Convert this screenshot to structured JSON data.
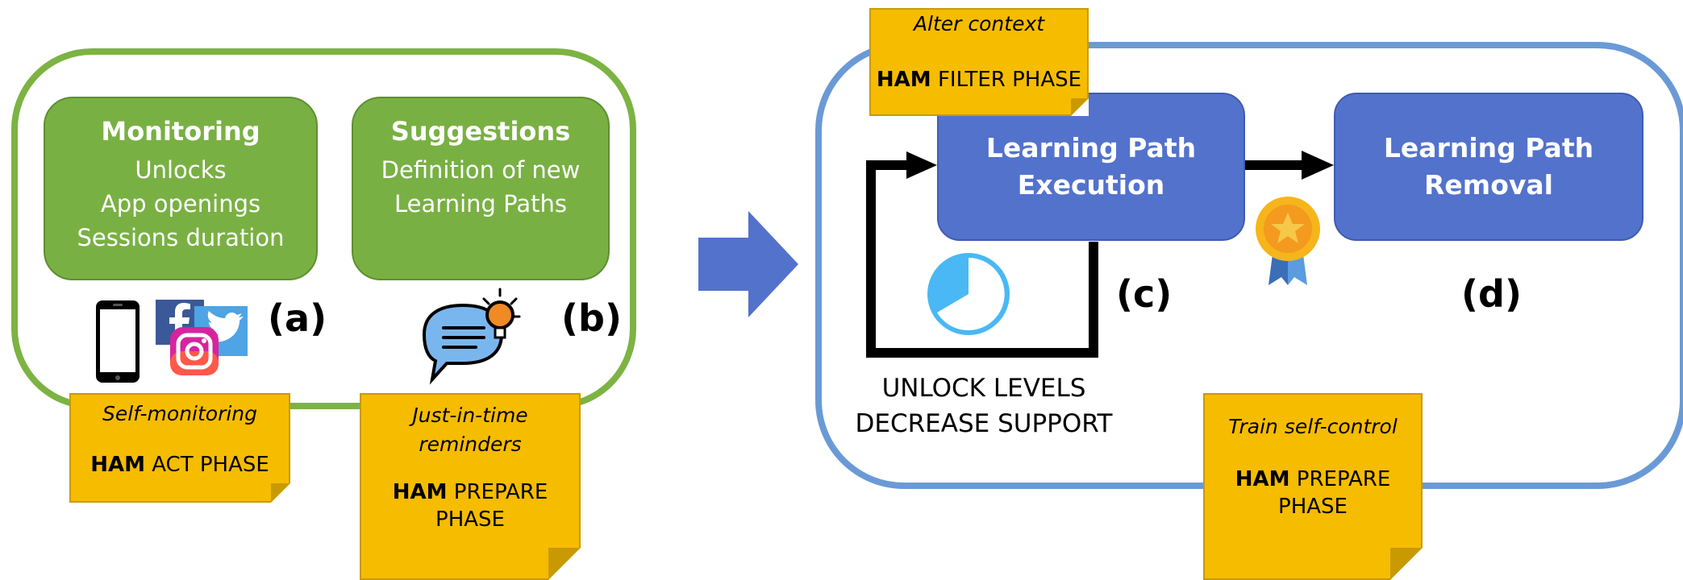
{
  "monitoring": {
    "title": "Monitoring",
    "lines": [
      "Unlocks",
      "App openings",
      "Sessions duration"
    ]
  },
  "suggestions": {
    "title": "Suggestions",
    "lines": [
      "Definition of new",
      "Learning Paths"
    ]
  },
  "labels": {
    "a": "(a)",
    "b": "(b)",
    "c": "(c)",
    "d": "(d)"
  },
  "execution": {
    "line1": "Learning Path",
    "line2": "Execution"
  },
  "removal": {
    "line1": "Learning Path",
    "line2": "Removal"
  },
  "loop_caption": {
    "line1": "UNLOCK LEVELS",
    "line2": "DECREASE SUPPORT"
  },
  "notes": {
    "self_monitoring": {
      "title": "Self-monitoring",
      "ham": "HAM",
      "phase": " ACT PHASE"
    },
    "just_in_time": {
      "title1": "Just-in-time",
      "title2": "reminders",
      "ham": "HAM",
      "phase1": " PREPARE",
      "phase2": "PHASE"
    },
    "alter_context": {
      "title": "Alter context",
      "ham": "HAM",
      "phase": " FILTER PHASE"
    },
    "train_self_control": {
      "title": "Train self-control",
      "ham": "HAM",
      "phase1": " PREPARE",
      "phase2": "PHASE"
    }
  },
  "icons": {
    "phone": "smartphone-icon",
    "social": "social-media-icon",
    "idea": "speech-bubble-lightbulb-icon",
    "progress": "pie-progress-icon",
    "badge": "medal-badge-icon"
  },
  "colors": {
    "green": "#79b043",
    "blue_box": "#5372cc",
    "blue_outline": "#6a9ad6",
    "note": "#f6bc00"
  }
}
